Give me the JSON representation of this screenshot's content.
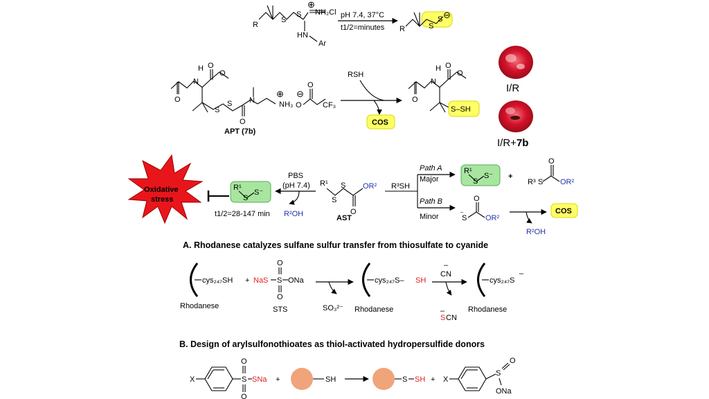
{
  "colors": {
    "highlight_yellow": "#ffff66",
    "highlight_green": "#a8e6a0",
    "oxidative_red": "#e8161b",
    "sulfur_red": "#e02020",
    "blue_r2": "#2233aa",
    "peach": "#f0a47a"
  },
  "scheme1": {
    "r": "R",
    "s1": "S",
    "s2": "S",
    "plus": "⊕",
    "nh2cl": "NH₂Cl",
    "hn": "HN",
    "ar": "Ar",
    "conditions_top": "pH 7.4, 37°C",
    "conditions_bottom": "t1/2=minutes",
    "product_r": "R",
    "product_s1": "S",
    "product_s2": "S",
    "minus": "⊖"
  },
  "scheme2": {
    "h": "H",
    "n": "N",
    "o1": "O",
    "o2": "O",
    "o3": "O",
    "o4": "O",
    "o5": "O",
    "s1": "S",
    "s2": "S",
    "n2": "N",
    "nh3": "NH₃",
    "plus": "⊕",
    "minus": "⊖",
    "cf3": "CF₃",
    "label": "APT (7b)",
    "reagent": "RSH",
    "cos": "COS",
    "prod_h": "H",
    "prod_n": "N",
    "prod_o1": "O",
    "prod_o2": "O",
    "prod_o3": "O",
    "prod_sh": "S–SH",
    "label_ir": "I/R",
    "label_ir7b_prefix": "I/R+",
    "label_ir7b_bold": "7b"
  },
  "scheme3": {
    "oxidative": "Oxidative",
    "stress": "stress",
    "persulfide_r": "R¹",
    "persulfide_s1": "S",
    "persulfide_s2": "S⁻",
    "pbs": "PBS",
    "ph": "(pH 7.4)",
    "half_life": "t1/2=28-147 min",
    "r2oh": "R²OH",
    "ast_r1": "R¹",
    "ast_s1": "S",
    "ast_s2": "S",
    "ast_or2": "OR²",
    "ast_o": "O",
    "ast_label": "AST",
    "r3sh": "R³SH",
    "path_a": "Path A",
    "major": "Major",
    "path_b": "Path B",
    "minor": "Minor",
    "pa_r1": "R¹",
    "pa_s1": "S",
    "pa_s2": "S⁻",
    "plus": "+",
    "pa2_r3": "R³",
    "pa2_s": "S",
    "pa2_or2": "OR²",
    "pa2_o": "O",
    "pb_s": "S",
    "pb_minus": "⁻",
    "pb_or2": "OR²",
    "pb_o": "O",
    "cos": "COS",
    "r2oh_b": "R²OH"
  },
  "sectionA": {
    "title": "A. Rhodanese catalyzes sulfane sulfur transfer from thiosulfate to cyanide",
    "cys_sh": "cys₂₄₇SH",
    "plus": "+",
    "nas": "NaS",
    "s": "S",
    "ona": "ONa",
    "o_top": "O",
    "o_bot": "O",
    "rhodanese1": "Rhodanese",
    "sts": "STS",
    "so3": "SO₃²⁻",
    "cys_ssh_prefix": "cys₂₄₇S–",
    "ssh_red": "SH",
    "rhodanese2": "Rhodanese",
    "cn": "CN",
    "cn_minus": "–",
    "scn_s": "S",
    "scn_cn": "CN",
    "scn_minus": "–",
    "cys_s": "cys₂₄₇S",
    "cys_s_minus": "–",
    "rhodanese3": "Rhodanese"
  },
  "sectionB": {
    "title": "B. Design of arylsulfonothioates as thiol-activated hydropersulfide donors",
    "x1": "X",
    "s": "S",
    "sna": "SNa",
    "o_top": "O",
    "o_bot": "O",
    "plus1": "+",
    "sh": "SH",
    "s_mid": "S",
    "sh_red": "SH",
    "plus2": "+",
    "x2": "X",
    "s_sulfinate": "S",
    "o_sulf": "O",
    "ona": "ONa"
  }
}
